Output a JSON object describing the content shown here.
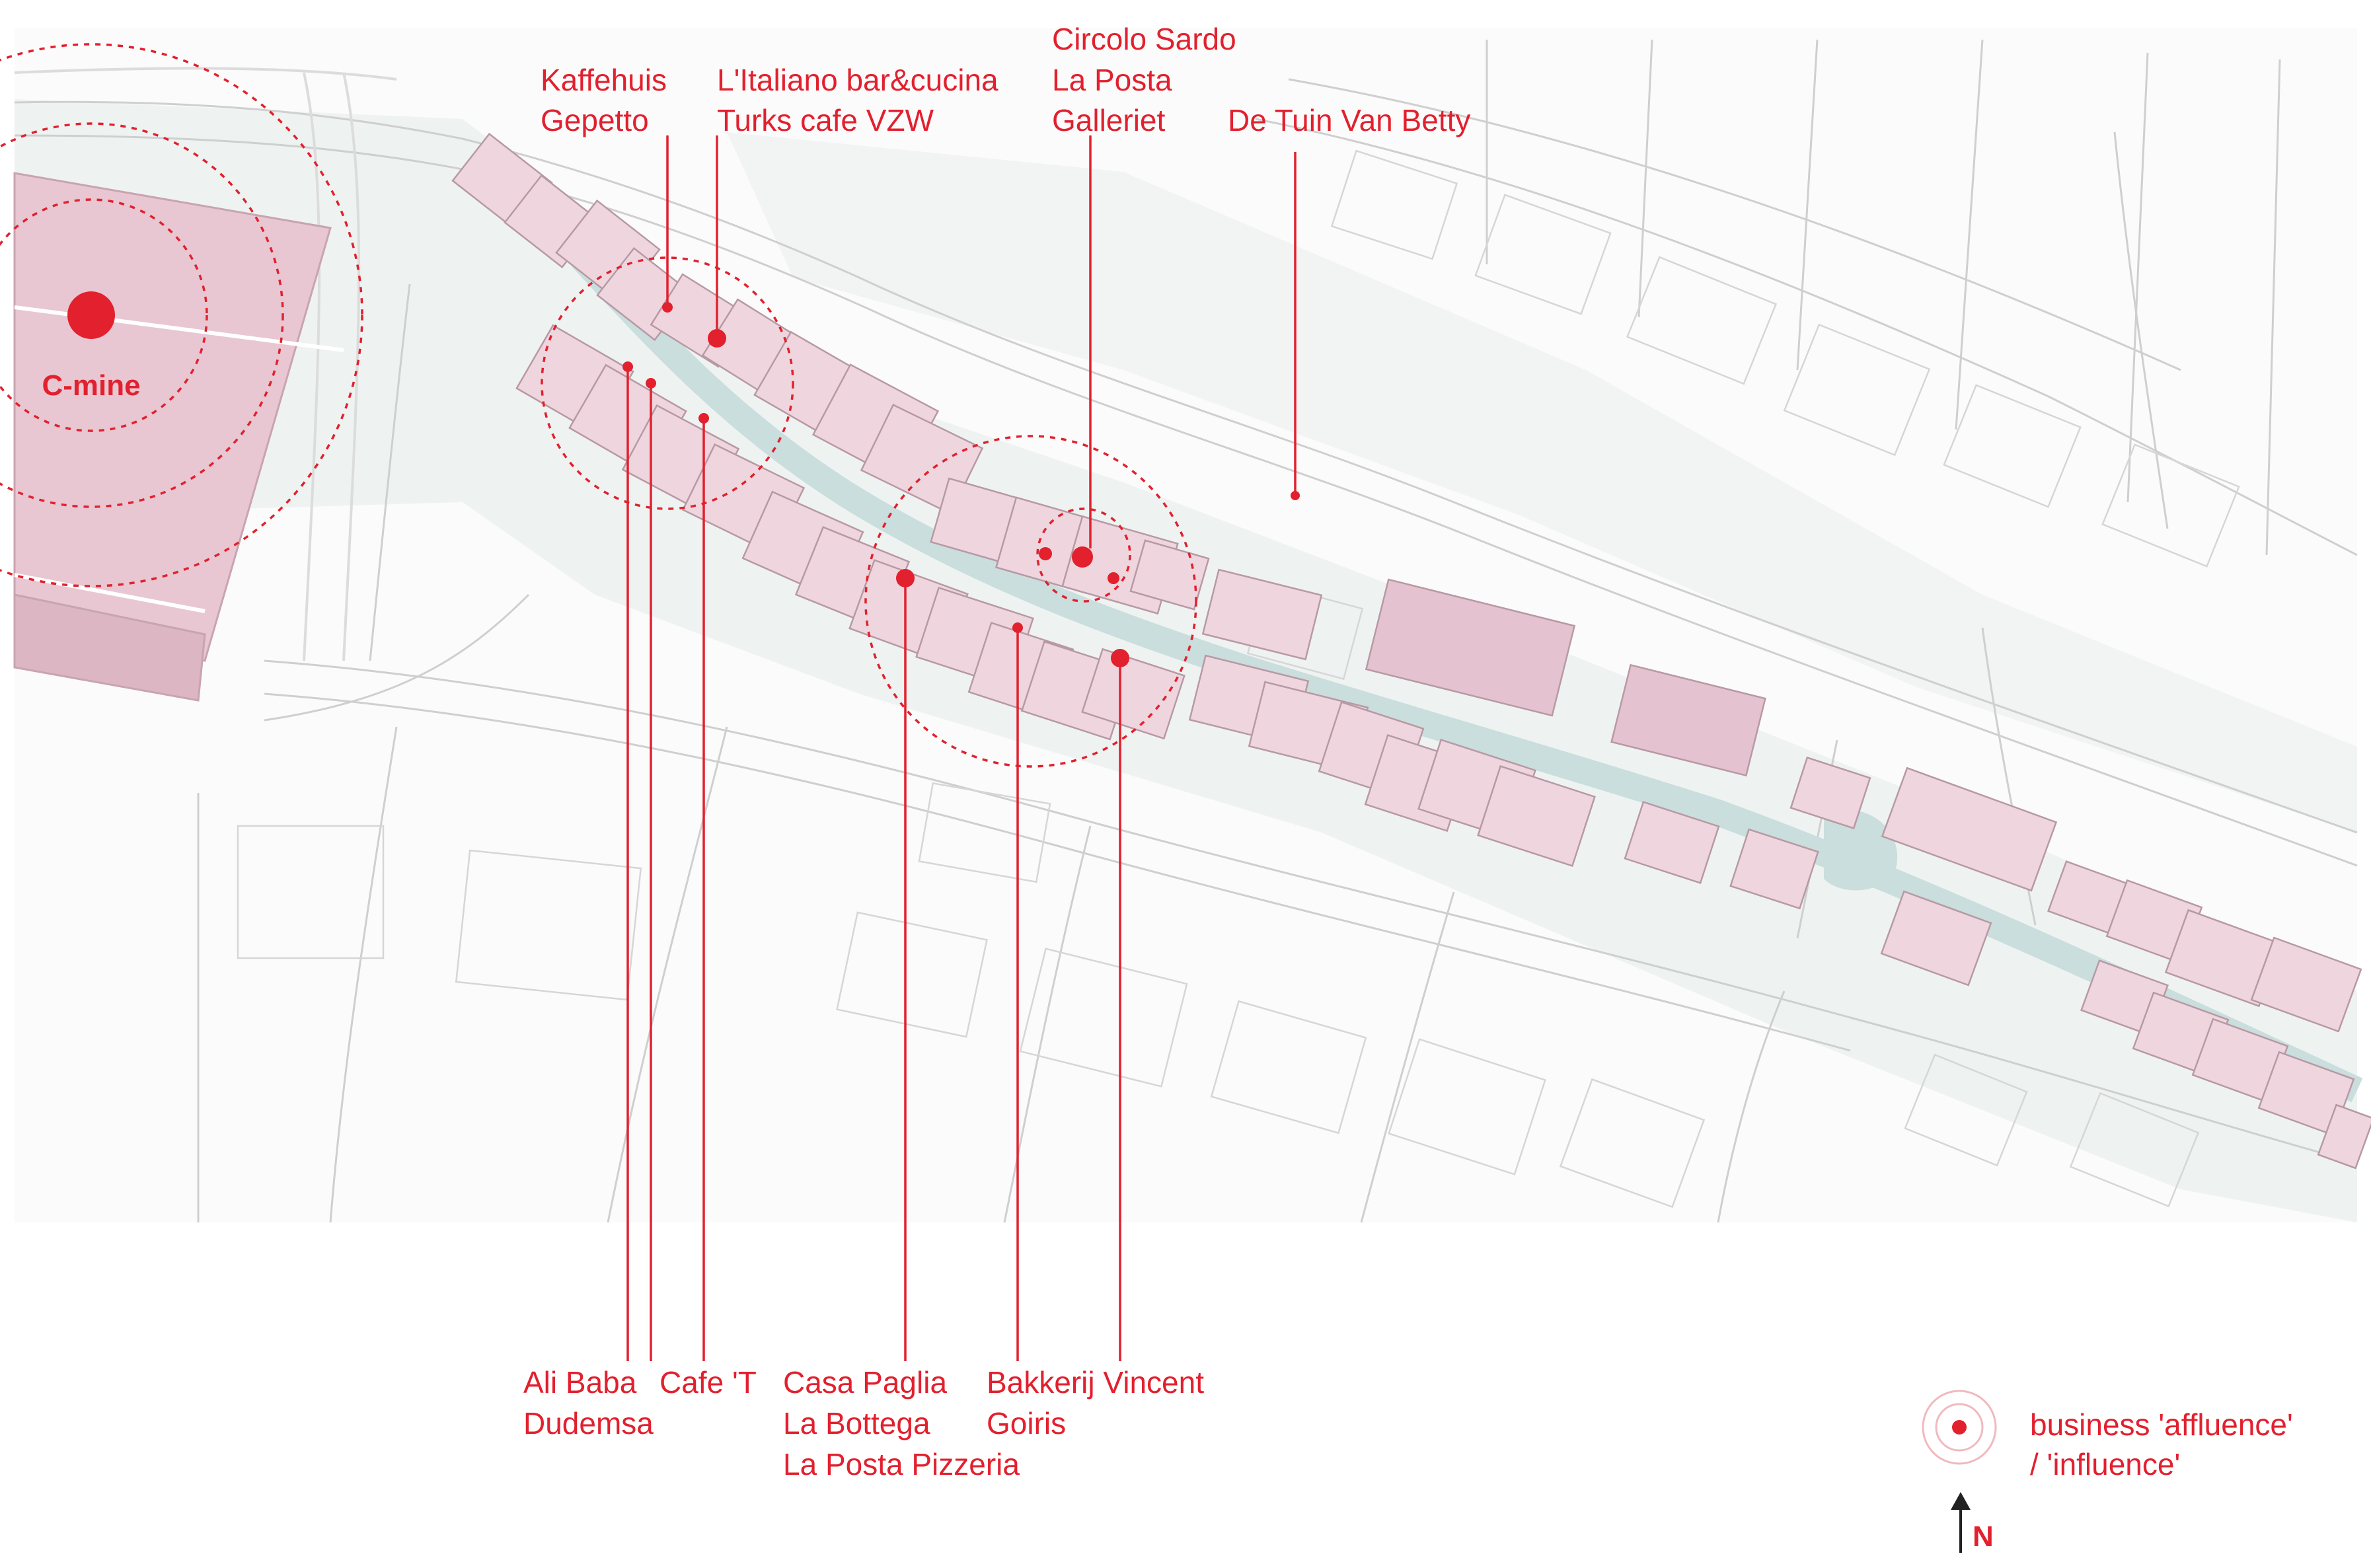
{
  "colors": {
    "accent": "#e2202e",
    "building_fill": "#ecd3dc",
    "building_stroke": "#b89aa4",
    "street_fill": "#e6efee",
    "canal": "#cfe1e0",
    "line": "#c8c8c8"
  },
  "landmark": {
    "label": "C-mine"
  },
  "top_groups": [
    {
      "lines": [
        "Kaffehuis",
        "Gepetto"
      ]
    },
    {
      "lines": [
        "L'Italiano bar&cucina",
        "Turks cafe VZW"
      ]
    },
    {
      "lines": [
        "Circolo Sardo",
        "La Posta",
        "Galleriet"
      ]
    },
    {
      "lines": [
        "De Tuin Van Betty"
      ]
    }
  ],
  "bottom_groups": [
    {
      "lines": [
        "Ali Baba",
        "Dudemsa"
      ]
    },
    {
      "lines": [
        "Cafe 'T"
      ]
    },
    {
      "lines": [
        "Casa Paglia",
        "La Bottega",
        "La Posta Pizzeria"
      ]
    },
    {
      "lines": [
        "Bakkerij Vincent",
        "Goiris"
      ]
    }
  ],
  "legend": {
    "lines": [
      "business 'affluence'",
      "/ 'influence'"
    ],
    "north": "N",
    "icon": "influence-circle-icon",
    "north_icon": "north-arrow-icon"
  }
}
